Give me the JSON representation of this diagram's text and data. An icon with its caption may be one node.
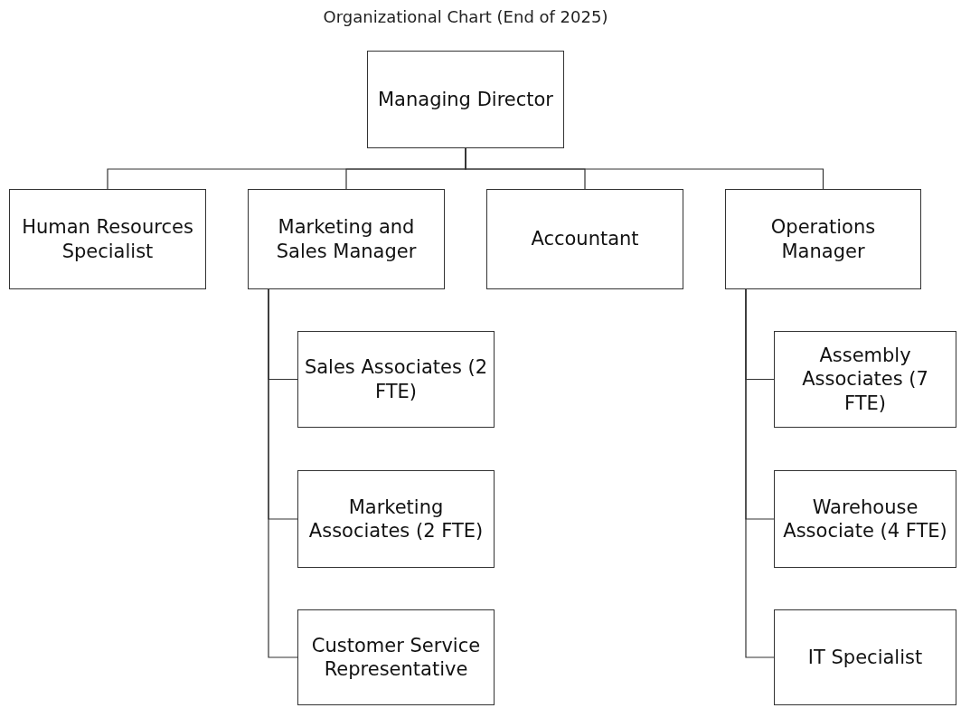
{
  "diagram": {
    "title": "Organizational Chart (End of 2025)",
    "nodes": [
      {
        "text": [
          "Managing Director"
        ]
      },
      {
        "text": [
          "Human Resources Specialist"
        ]
      },
      {
        "text": [
          "Marketing and Sales Manager"
        ]
      },
      {
        "text": [
          "Accountant"
        ]
      },
      {
        "text": [
          "Operations Manager"
        ]
      },
      {
        "text": [
          "Sales Associates (2 FTE)"
        ]
      },
      {
        "text": [
          "Marketing Associates (2 FTE)"
        ]
      },
      {
        "text": [
          "Customer Service Representative"
        ]
      },
      {
        "text": [
          "Assembly Associates (7 FTE)"
        ]
      },
      {
        "text": [
          "Warehouse Associate (4 FTE)"
        ]
      },
      {
        "text": [
          "IT Specialist"
        ]
      }
    ],
    "edges": [
      {
        "from": 0,
        "to": 1,
        "arrow": "none"
      },
      {
        "from": 0,
        "to": 2,
        "arrow": "none"
      },
      {
        "from": 0,
        "to": 3,
        "arrow": "none"
      },
      {
        "from": 0,
        "to": 4,
        "arrow": "none"
      },
      {
        "from": 2,
        "to": 5,
        "arrow": "none"
      },
      {
        "from": 2,
        "to": 6,
        "arrow": "none"
      },
      {
        "from": 2,
        "to": 7,
        "arrow": "none"
      },
      {
        "from": 4,
        "to": 8,
        "arrow": "none"
      },
      {
        "from": 4,
        "to": 9,
        "arrow": "none"
      },
      {
        "from": 4,
        "to": 10,
        "arrow": "none"
      }
    ]
  }
}
